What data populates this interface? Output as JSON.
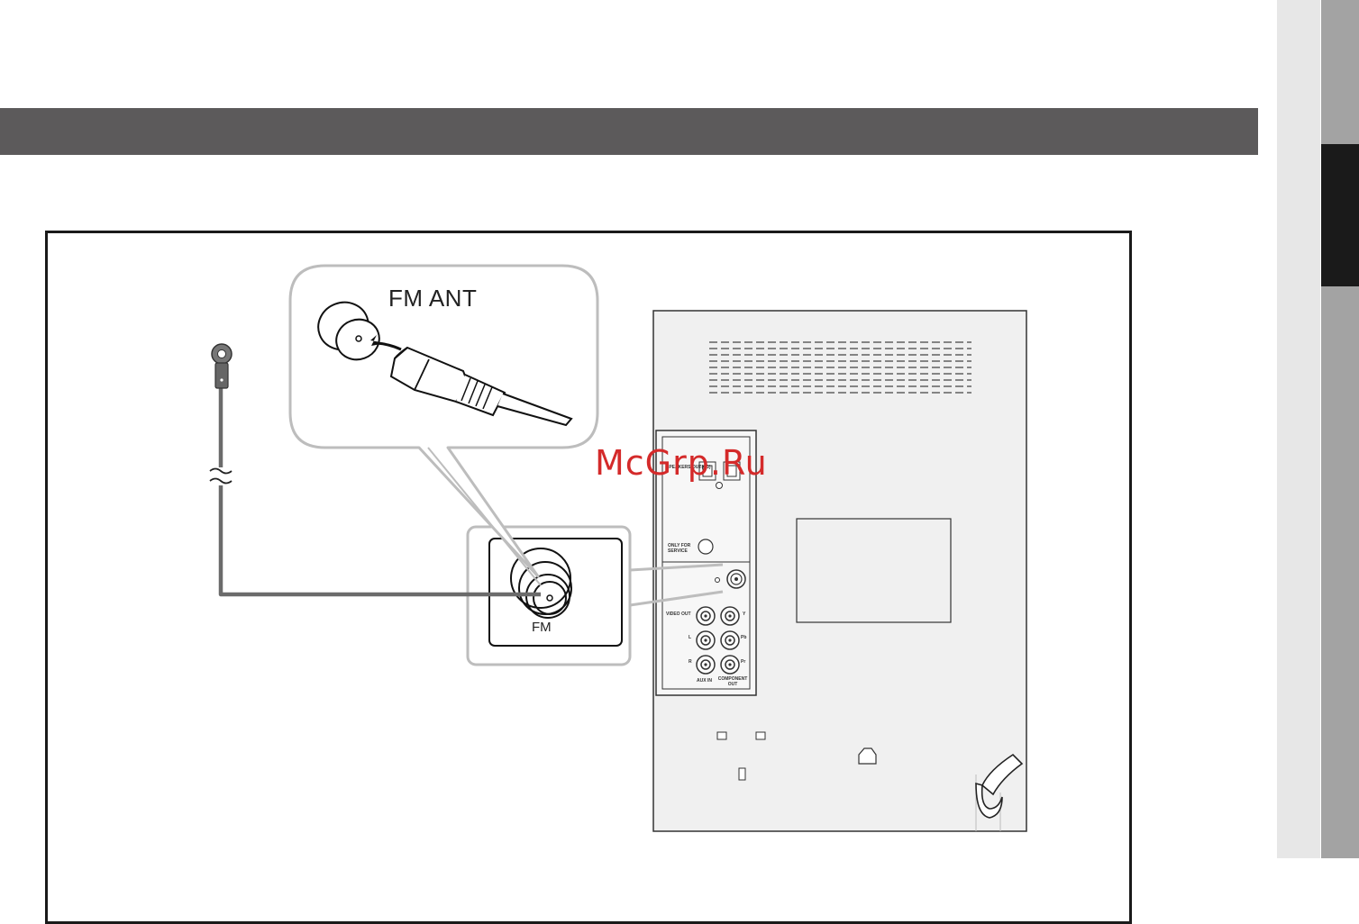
{
  "labels": {
    "fm_ant": "FM ANT",
    "fm": "FM",
    "watermark": "McGrp.Ru",
    "speakers_out": "SPEAKERS OUT(4Ω)",
    "only_for_service": "ONLY FOR SERVICE",
    "video_out": "VIDEO OUT",
    "aux_in": "AUX IN",
    "component_out": "COMPONENT OUT",
    "l": "L",
    "r": "R",
    "y": "Y",
    "pb": "Pb",
    "pr": "Pr"
  },
  "colors": {
    "header_bar": "#5c5a5b",
    "cable": "#6b6b6b",
    "panel_bg": "#f0f0f0",
    "watermark": "#d42a2a"
  },
  "icons": [
    "antenna-connector-icon",
    "coax-plug-icon",
    "power-cord-icon"
  ]
}
